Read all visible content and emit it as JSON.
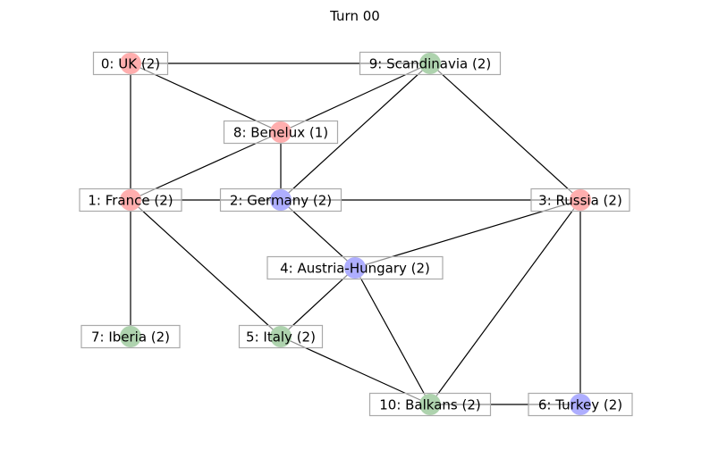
{
  "title": "Turn 00",
  "colors": {
    "red": "#ff4d4d",
    "green": "#4d9e4d",
    "blue": "#4d4dff"
  },
  "nodes": [
    {
      "id": 0,
      "label": "0: UK (2)",
      "color": "red"
    },
    {
      "id": 1,
      "label": "1: France (2)",
      "color": "red"
    },
    {
      "id": 2,
      "label": "2: Germany (2)",
      "color": "blue"
    },
    {
      "id": 3,
      "label": "3: Russia (2)",
      "color": "red"
    },
    {
      "id": 4,
      "label": "4: Austria-Hungary (2)",
      "color": "blue"
    },
    {
      "id": 5,
      "label": "5: Italy (2)",
      "color": "green"
    },
    {
      "id": 6,
      "label": "6: Turkey (2)",
      "color": "blue"
    },
    {
      "id": 7,
      "label": "7: Iberia (2)",
      "color": "green"
    },
    {
      "id": 8,
      "label": "8: Benelux (1)",
      "color": "red"
    },
    {
      "id": 9,
      "label": "9: Scandinavia (2)",
      "color": "green"
    },
    {
      "id": 10,
      "label": "10: Balkans (2)",
      "color": "green"
    }
  ],
  "edges": [
    [
      0,
      9
    ],
    [
      0,
      8
    ],
    [
      0,
      1
    ],
    [
      9,
      8
    ],
    [
      9,
      2
    ],
    [
      9,
      3
    ],
    [
      8,
      1
    ],
    [
      8,
      2
    ],
    [
      1,
      2
    ],
    [
      2,
      3
    ],
    [
      1,
      7
    ],
    [
      1,
      5
    ],
    [
      2,
      4
    ],
    [
      3,
      4
    ],
    [
      4,
      5
    ],
    [
      4,
      10
    ],
    [
      3,
      10
    ],
    [
      3,
      6
    ],
    [
      5,
      10
    ],
    [
      10,
      6
    ]
  ]
}
